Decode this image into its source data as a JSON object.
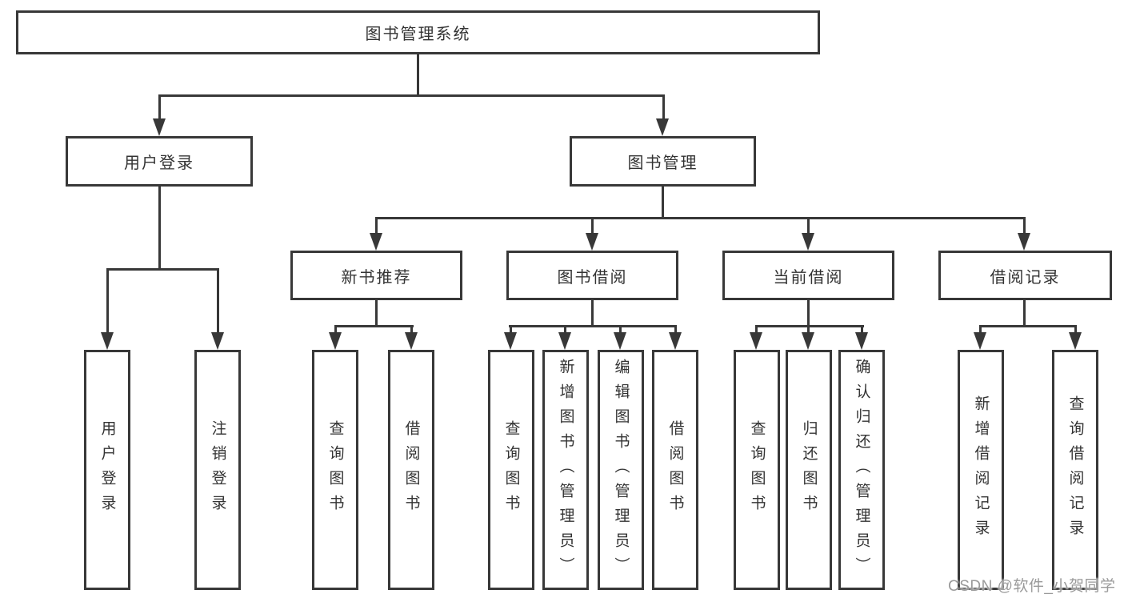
{
  "diagram": {
    "type": "tree",
    "tree": {
      "root": {
        "label": "图书管理系统",
        "children": [
          {
            "label": "用户登录",
            "children": [
              {
                "label": "用户登录"
              },
              {
                "label": "注销登录"
              }
            ]
          },
          {
            "label": "图书管理",
            "children": [
              {
                "label": "新书推荐",
                "children": [
                  {
                    "label": "查询图书"
                  },
                  {
                    "label": "借阅图书"
                  }
                ]
              },
              {
                "label": "图书借阅",
                "children": [
                  {
                    "label": "查询图书"
                  },
                  {
                    "label": "新增图书（管理员）"
                  },
                  {
                    "label": "编辑图书（管理员）"
                  },
                  {
                    "label": "借阅图书"
                  }
                ]
              },
              {
                "label": "当前借阅",
                "children": [
                  {
                    "label": "查询图书"
                  },
                  {
                    "label": "归还图书"
                  },
                  {
                    "label": "确认归还（管理员）"
                  }
                ]
              },
              {
                "label": "借阅记录",
                "children": [
                  {
                    "label": "新增借阅记录"
                  },
                  {
                    "label": "查询借阅记录"
                  }
                ]
              }
            ]
          }
        ]
      }
    },
    "colors": {
      "line": "#383838",
      "box_border": "#383838",
      "text": "#333333",
      "background": "#ffffff",
      "watermark_text": "#9a9a9a"
    }
  },
  "watermark": {
    "text": "CSDN @软件_小贺同学"
  }
}
